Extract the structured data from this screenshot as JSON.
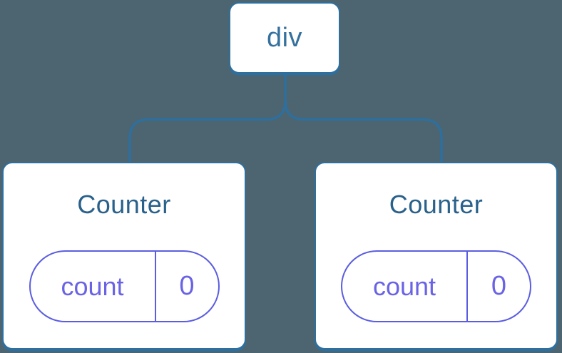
{
  "diagram": {
    "type": "component-tree",
    "colors": {
      "background": "#4C6570",
      "connector_blue": "#2E6F9E",
      "root_label_blue": "#35719E",
      "card_title_blue": "#29618B",
      "state_pill_purple": "#5B5DE0",
      "state_text_purple": "#6A63E4",
      "node_fill": "#FFFFFF"
    },
    "root": {
      "label": "div"
    },
    "children": [
      {
        "title": "Counter",
        "state": {
          "key": "count",
          "value": "0"
        }
      },
      {
        "title": "Counter",
        "state": {
          "key": "count",
          "value": "0"
        }
      }
    ]
  }
}
